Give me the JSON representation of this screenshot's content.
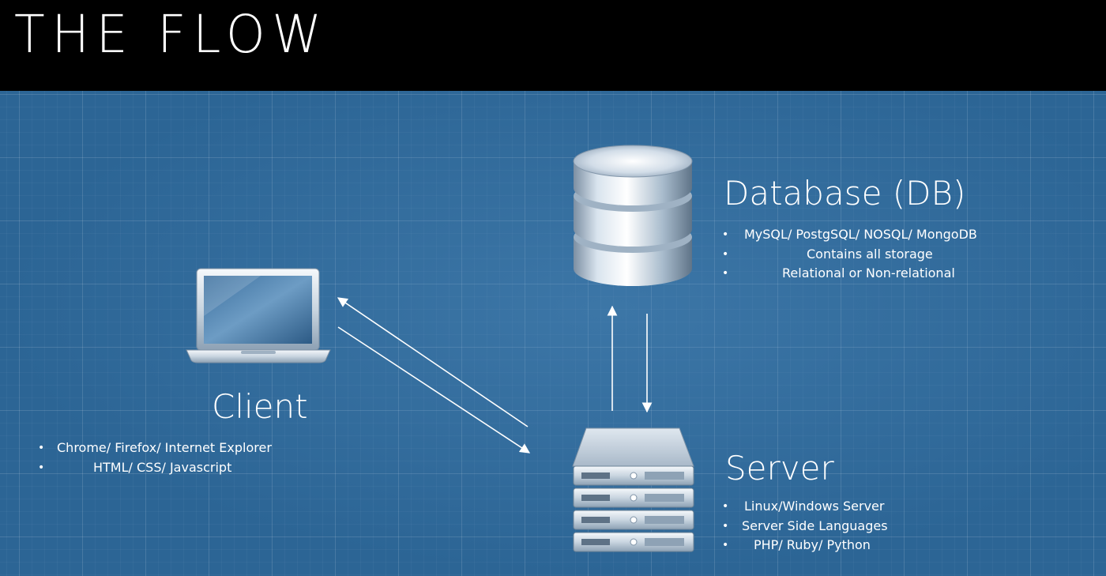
{
  "header": {
    "title": "THE FLOW"
  },
  "nodes": {
    "database": {
      "label": "Database (DB)",
      "icon": "database-icon",
      "bullets": [
        "MySQL/ PostgSQL/ NOSQL/ MongoDB",
        "Contains all storage",
        "Relational or Non-relational"
      ]
    },
    "client": {
      "label": "Client",
      "icon": "laptop-icon",
      "bullets": [
        "Chrome/ Firefox/ Internet Explorer",
        "HTML/ CSS/ Javascript"
      ]
    },
    "server": {
      "label": "Server",
      "icon": "server-icon",
      "bullets": [
        "Linux/Windows Server",
        "Server Side Languages",
        "PHP/ Ruby/ Python"
      ]
    }
  },
  "edges": [
    {
      "from": "server",
      "to": "client"
    },
    {
      "from": "client",
      "to": "server"
    },
    {
      "from": "server",
      "to": "database"
    },
    {
      "from": "database",
      "to": "server"
    }
  ],
  "colors": {
    "background": "#2c6595",
    "header": "#000000",
    "text": "#ffffff"
  }
}
